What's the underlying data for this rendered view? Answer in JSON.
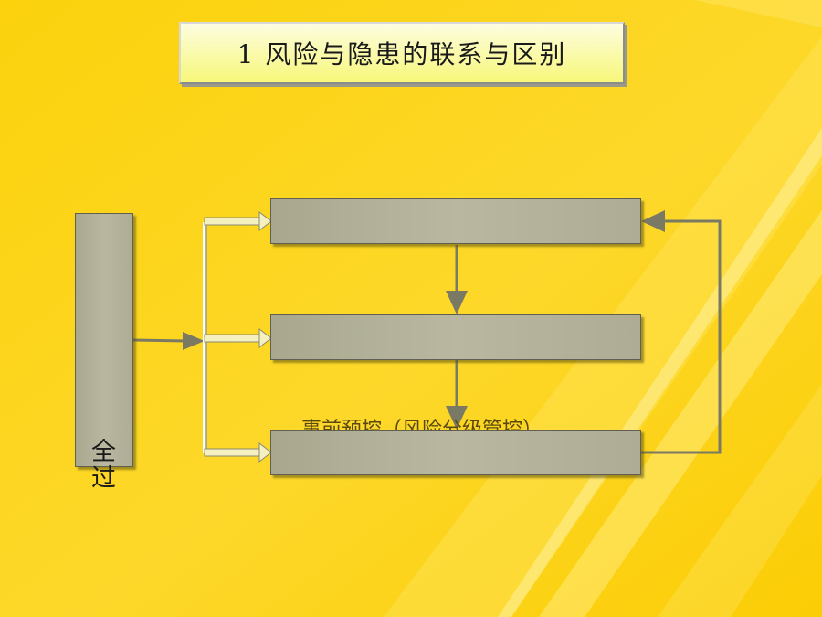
{
  "slide": {
    "title": "1 风险与隐患的联系与区别",
    "colors": {
      "background": "#fbd20c",
      "box_fill": "#b2b098",
      "connector": "#7a7a64"
    }
  },
  "diagram": {
    "left_bar": {
      "text_fragment": "全过"
    },
    "stages": [
      {
        "label": ""
      },
      {
        "label": ""
      },
      {
        "label": ""
      }
    ],
    "behind_text": "事前预控（风险分级管控）"
  }
}
